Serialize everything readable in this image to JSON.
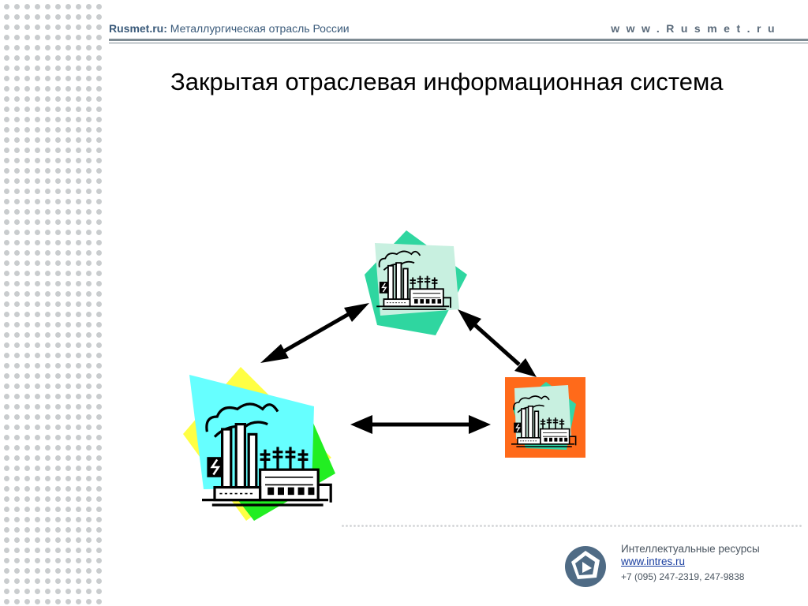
{
  "header": {
    "brand_name": "Rusmet.ru:",
    "brand_tagline": "Металлургическая отрасль России",
    "site_url": "www.Rusmet.ru"
  },
  "title": "Закрытая отраслевая информационная система",
  "footer": {
    "company": "Интеллектуальные ресурсы",
    "url": "www.intres.ru",
    "phone": "+7 (095) 247-2319, 247-9838"
  },
  "colors": {
    "accent": "#3a5a7a",
    "node_top": [
      "#2fd6a0",
      "#c8f0e0"
    ],
    "node_left": [
      "#ffff44",
      "#22ee22",
      "#66ffff"
    ],
    "node_right": [
      "#ff6a1a",
      "#33d6a6",
      "#c8f0e0"
    ]
  },
  "icons": {
    "node": "factory-icon",
    "link": "double-arrow",
    "logo": "intres-logo-icon"
  }
}
